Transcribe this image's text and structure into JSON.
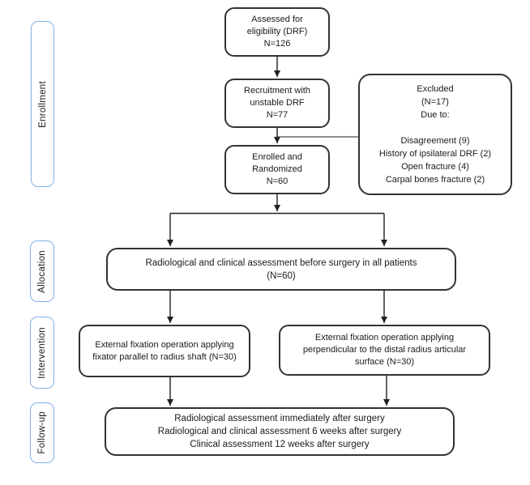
{
  "stages": [
    {
      "label": "Enrollment"
    },
    {
      "label": "Allocation"
    },
    {
      "label": "Intervention"
    },
    {
      "label": "Follow-up"
    }
  ],
  "boxes": {
    "assessed": {
      "lines": [
        "Assessed for",
        "eligibility (DRF)",
        "N=126"
      ]
    },
    "recruitment": {
      "lines": [
        "Recruitment with",
        "unstable DRF",
        "N=77"
      ]
    },
    "excluded": {
      "header_lines": [
        "Excluded",
        "(N=17)",
        "Due to:"
      ],
      "reasons": [
        "Disagreement (9)",
        "History of ipsilateral DRF (2)",
        "Open fracture (4)",
        "Carpal bones fracture (2)"
      ]
    },
    "enrolled": {
      "lines": [
        "Enrolled and",
        "Randomized",
        "N=60"
      ]
    },
    "allocation_assessment": {
      "lines": [
        "Radiological and clinical assessment before surgery in all patients",
        "(N=60)"
      ]
    },
    "intervention_parallel": {
      "lines": [
        "External fixation operation applying",
        "fixator parallel to radius shaft (N=30)"
      ]
    },
    "intervention_perpendicular": {
      "lines": [
        "External fixation operation applying",
        "perpendicular to the distal radius articular",
        "surface (N=30)"
      ]
    },
    "follow_up": {
      "lines": [
        "Radiological assessment immediately after surgery",
        "Radiological and clinical assessment 6 weeks after surgery",
        "Clinical assessment 12 weeks after surgery"
      ]
    }
  },
  "colors": {
    "box_border": "#333333",
    "stage_border": "#7FB1E3",
    "text": "#1a1a1a",
    "connector": "#1f1f1f",
    "background": "#ffffff"
  }
}
